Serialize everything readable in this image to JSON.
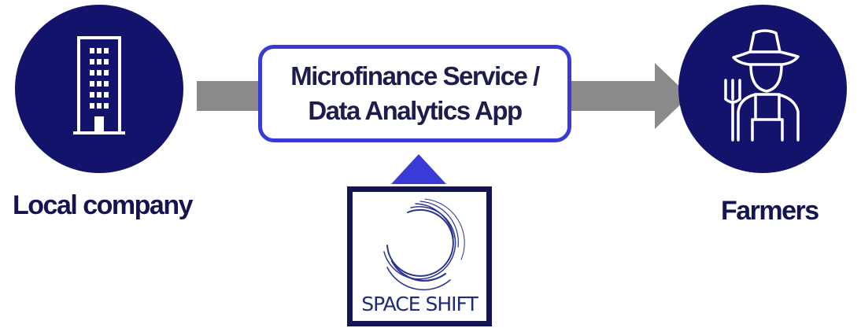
{
  "nodes": {
    "left": {
      "label": "Local company",
      "icon": "building-icon"
    },
    "center": {
      "line1": "Microfinance Service /",
      "line2": "Data Analytics App"
    },
    "right": {
      "label": "Farmers",
      "icon": "farmer-icon"
    }
  },
  "provider": {
    "logo_text": "SPACE SHIFT",
    "icon": "space-shift-logo-icon"
  },
  "colors": {
    "circle": "#13136b",
    "box_border": "#3a3ad6",
    "arrow": "#8a8a8a",
    "text": "#141452",
    "logo_box": "#141452"
  }
}
